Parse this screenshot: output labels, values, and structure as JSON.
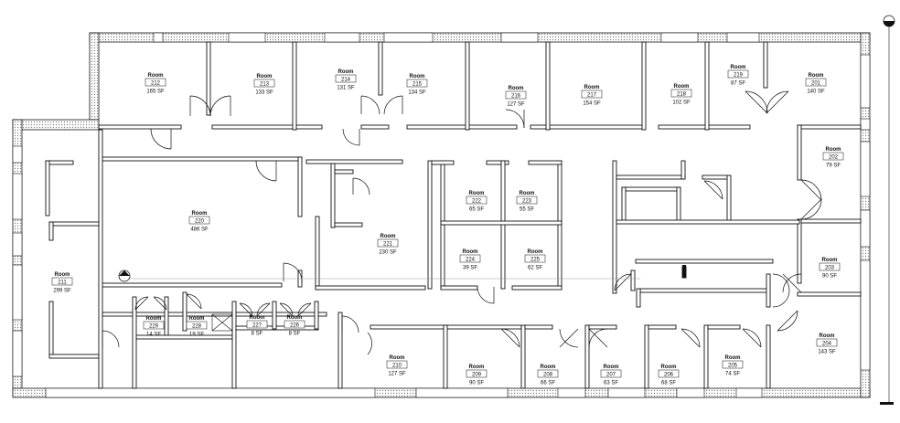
{
  "room_label_word": "Room",
  "rooms": [
    {
      "id": "212",
      "num": "212",
      "area": "165 SF"
    },
    {
      "id": "213",
      "num": "213",
      "area": "133 SF"
    },
    {
      "id": "214",
      "num": "214",
      "area": "131 SF"
    },
    {
      "id": "215",
      "num": "215",
      "area": "134 SF"
    },
    {
      "id": "216",
      "num": "216",
      "area": "127 SF"
    },
    {
      "id": "217",
      "num": "217",
      "area": "154 SF"
    },
    {
      "id": "218",
      "num": "218",
      "area": "102 SF"
    },
    {
      "id": "219",
      "num": "219",
      "area": "87 SF"
    },
    {
      "id": "201",
      "num": "201",
      "area": "140 SF"
    },
    {
      "id": "202",
      "num": "202",
      "area": "79 SF"
    },
    {
      "id": "220",
      "num": "220",
      "area": "486 SF"
    },
    {
      "id": "221",
      "num": "221",
      "area": "230 SF"
    },
    {
      "id": "222",
      "num": "222",
      "area": "65 SF"
    },
    {
      "id": "223",
      "num": "223",
      "area": "55 SF"
    },
    {
      "id": "224",
      "num": "224",
      "area": "39 SF"
    },
    {
      "id": "225",
      "num": "225",
      "area": "62 SF"
    },
    {
      "id": "211",
      "num": "211",
      "area": "299 SF"
    },
    {
      "id": "203",
      "num": "203",
      "area": "90 SF"
    },
    {
      "id": "229",
      "num": "229",
      "area": "14 SF"
    },
    {
      "id": "228",
      "num": "228",
      "area": "19 SF"
    },
    {
      "id": "227",
      "num": "227",
      "area": "8 SF"
    },
    {
      "id": "226",
      "num": "226",
      "area": "8 SF"
    },
    {
      "id": "204",
      "num": "204",
      "area": "143 SF"
    },
    {
      "id": "210",
      "num": "210",
      "area": "127 SF"
    },
    {
      "id": "209",
      "num": "209",
      "area": "90 SF"
    },
    {
      "id": "208",
      "num": "208",
      "area": "66 SF"
    },
    {
      "id": "207",
      "num": "207",
      "area": "63 SF"
    },
    {
      "id": "206",
      "num": "206",
      "area": "68 SF"
    },
    {
      "id": "205",
      "num": "205",
      "area": "74 SF"
    }
  ],
  "icons": {
    "section_marker": "section-marker-icon",
    "level_marker": "level-marker-icon",
    "scale_bar": "scale-bar-icon"
  }
}
